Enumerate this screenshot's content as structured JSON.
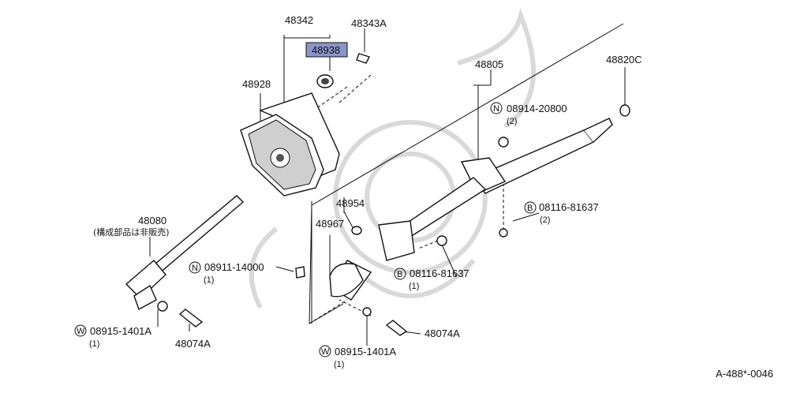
{
  "labels": {
    "p48342": "48342",
    "p48343a": "48343A",
    "p48938": "48938",
    "p48928": "48928",
    "p48805": "48805",
    "p48820c": "48820C",
    "p08914_20800": "08914-20800",
    "q2a": "(2)",
    "p08116_81637_top": "08116-81637",
    "q2b": "(2)",
    "p48080": "48080",
    "p48080_note": "(構成部品は非販売)",
    "p48954": "48954",
    "p48967": "48967",
    "p08911_14000": "08911-14000",
    "q1a": "(1)",
    "p08116_81637_bot": "08116-81637",
    "q1b": "(1)",
    "p08915_1401a_left": "08915-1401A",
    "q1c": "(1)",
    "p48074a_left": "48074A",
    "p48074a_right": "48074A",
    "p08915_1401a_bot": "08915-1401A",
    "q1d": "(1)",
    "ref_code": "A-488*-0046"
  },
  "markers": {
    "n1": "N",
    "n2": "N",
    "b1": "B",
    "b2": "B",
    "w1": "W",
    "w2": "W"
  },
  "highlight_color": "#8a95c9"
}
